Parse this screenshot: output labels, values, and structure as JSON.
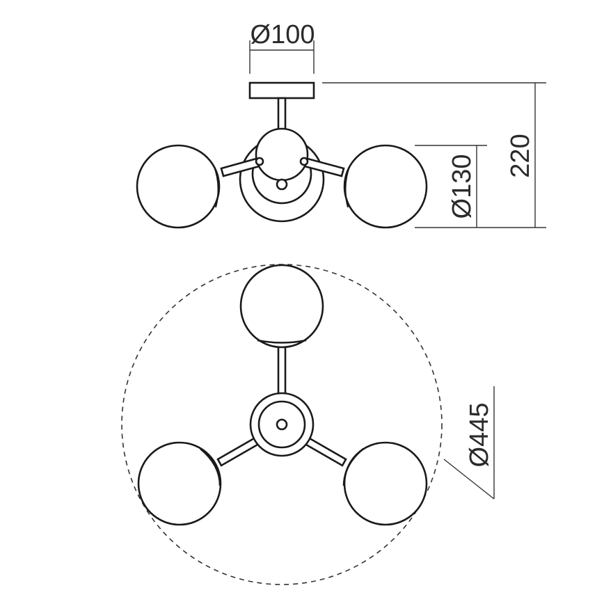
{
  "drawing": {
    "title": "Ceiling lamp with 3 globe shades - dimension drawing",
    "views": [
      "side-view",
      "top-view"
    ],
    "units": "mm"
  },
  "dimensions": {
    "base_diameter": "Ø100",
    "globe_diameter": "Ø130",
    "total_height": "220",
    "overall_diameter": "Ø445"
  },
  "colors": {
    "line": "#1a1a1a",
    "dimension_line": "#333333",
    "background": "#ffffff"
  }
}
